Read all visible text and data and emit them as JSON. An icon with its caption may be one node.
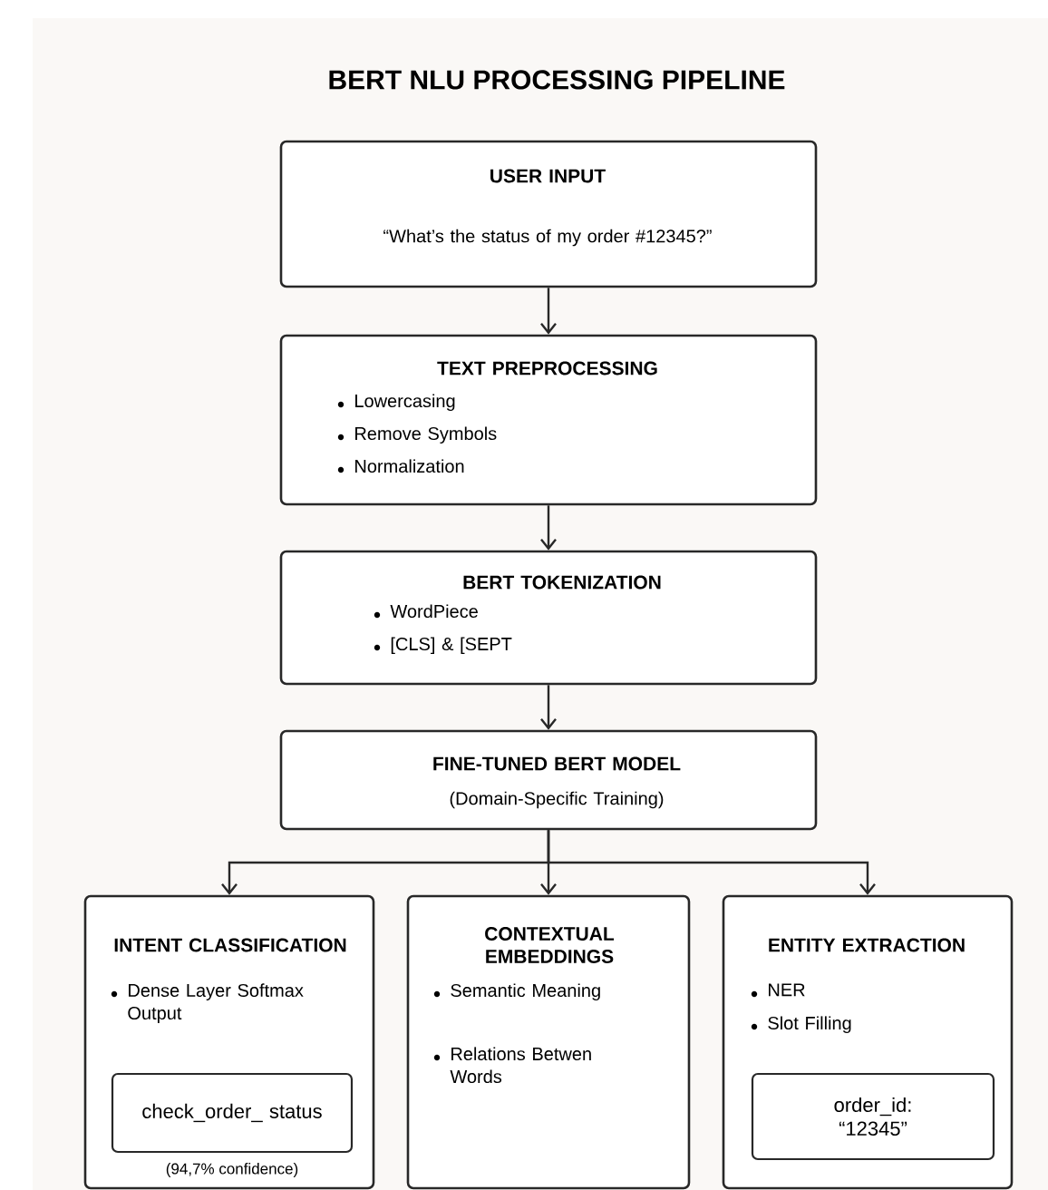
{
  "diagram": {
    "title": "BERT NLU PROCESSING PIPELINE",
    "nodes": [
      {
        "text": [
          "USER INPUT",
          "“What’s the status of my order #12345?”"
        ]
      },
      {
        "text": [
          "TEXT PREPROCESSING",
          "Lowercasing",
          "Remove Symbols",
          "Normalization"
        ]
      },
      {
        "text": [
          "BERT TOKENIZATION",
          "WordPiece",
          "[CLS] & [SEPT"
        ]
      },
      {
        "text": [
          "FINE-TUNED BERT MODEL",
          "(Domain-Specific Training)"
        ]
      },
      {
        "text": [
          "INTENT CLASSIFICATION",
          "Dense Layer Softmax Output"
        ]
      },
      {
        "text": [
          "CONTEXTUAL EMBEDDINGS",
          "Semantic Meaning",
          "Relations Betwen Words"
        ]
      },
      {
        "text": [
          "ENTITY EXTRACTION",
          "NER",
          "Slot Filling"
        ]
      },
      {
        "text": [
          "check_order_ status"
        ],
        "in": 4,
        "beside": [
          "(94,7% confidence)"
        ]
      },
      {
        "text": [
          "order_id: “12345”"
        ],
        "in": 6
      }
    ],
    "edges": [
      {
        "from": 0,
        "to": 1,
        "arrow": "to"
      },
      {
        "from": 1,
        "to": 2,
        "arrow": "to"
      },
      {
        "from": 2,
        "to": 3,
        "arrow": "to"
      },
      {
        "from": 3,
        "to": 4,
        "arrow": "to"
      },
      {
        "from": 3,
        "to": 5,
        "arrow": "to"
      },
      {
        "from": 3,
        "to": 6,
        "arrow": "to"
      }
    ]
  }
}
